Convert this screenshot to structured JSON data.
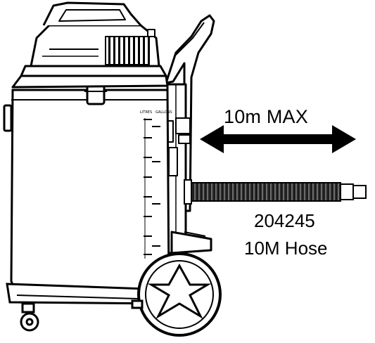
{
  "annotation": {
    "max_label": "10m MAX",
    "part_number": "204245",
    "hose_label": "10M Hose"
  },
  "tank_scale": {
    "left_heading": "LITRES",
    "right_heading": "GALLONS"
  },
  "colors": {
    "stroke": "#000000",
    "fill": "#ffffff",
    "hose": "#222222"
  },
  "icons": {
    "arrow": "double-headed-arrow",
    "wheel": "rear-wheel",
    "caster": "front-caster"
  }
}
